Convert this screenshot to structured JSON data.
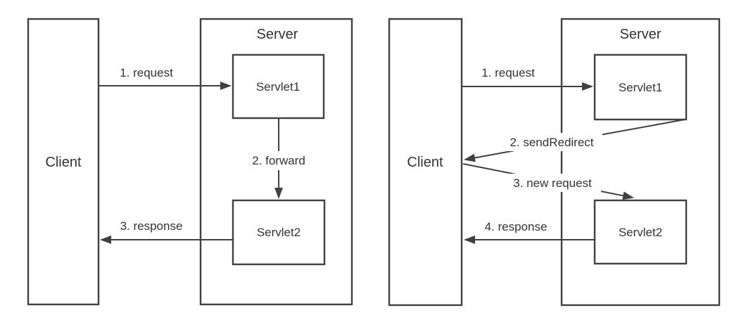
{
  "colors": {
    "line": "#404040",
    "text": "#333333"
  },
  "diagrams": [
    {
      "name": "forward-flow",
      "client_label": "Client",
      "server_label": "Server",
      "servlet1_label": "Servlet1",
      "servlet2_label": "Servlet2",
      "arrow1_label": "1. request",
      "arrow2_label": "2. forward",
      "arrow3_label": "3. response"
    },
    {
      "name": "redirect-flow",
      "client_label": "Client",
      "server_label": "Server",
      "servlet1_label": "Servlet1",
      "servlet2_label": "Servlet2",
      "arrow1_label": "1. request",
      "arrow2_label": "2. sendRedirect",
      "arrow3_label": "3. new request",
      "arrow4_label": "4. response"
    }
  ]
}
